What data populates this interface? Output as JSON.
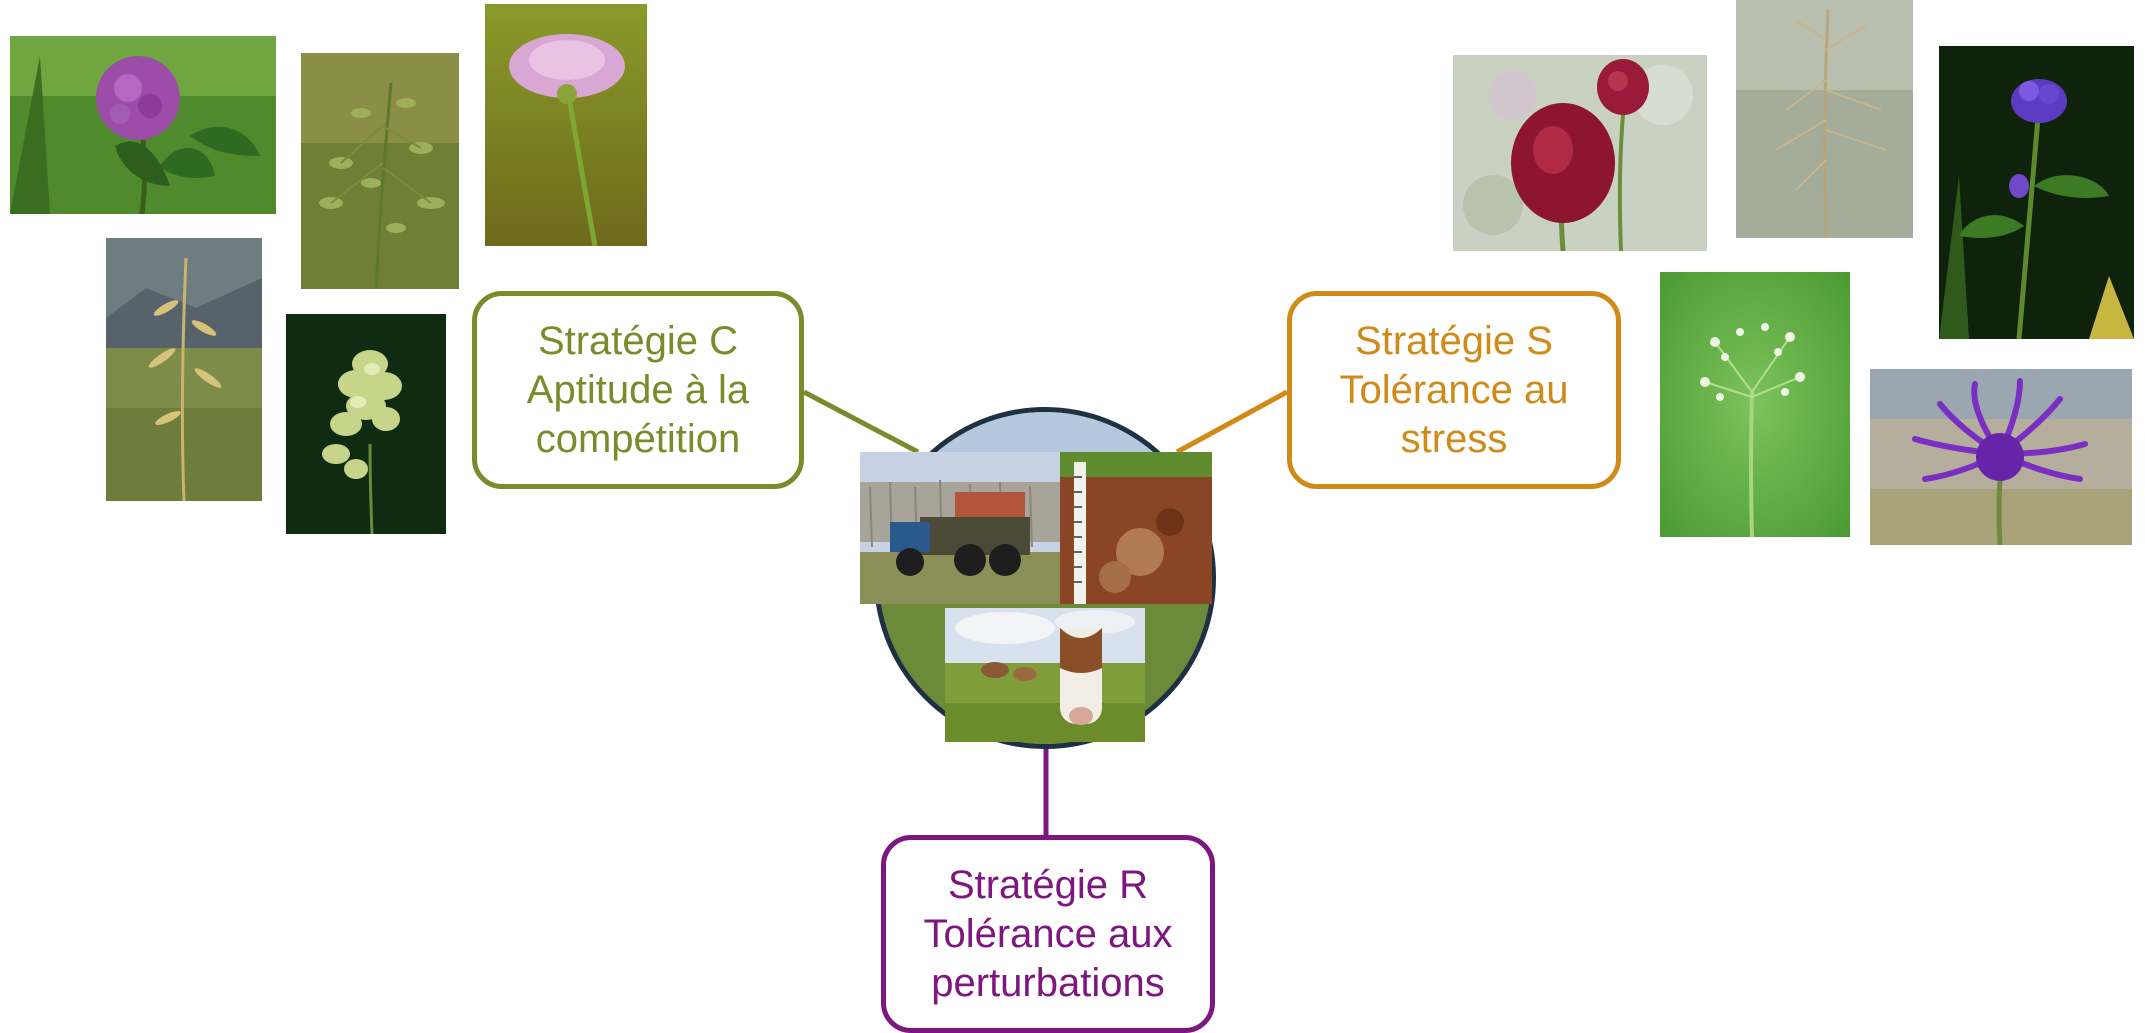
{
  "colors": {
    "strategy_c": "#7a8b2b",
    "strategy_s": "#d08a18",
    "strategy_r": "#7e1680",
    "hub_border": "#1f2f44"
  },
  "strategies": {
    "c": {
      "title": "Stratégie C",
      "line1": "Aptitude à la",
      "line2": "compétition"
    },
    "s": {
      "title": "Stratégie S",
      "line1": "Tolérance au",
      "line2": "stress"
    },
    "r": {
      "title": "Stratégie R",
      "line1": "Tolérance aux",
      "line2": "perturbations"
    }
  },
  "photos": {
    "left": [
      "red-clover-icon",
      "grass-panicle-icon",
      "scabious-flower-icon",
      "oat-grass-icon",
      "seed-head-icon"
    ],
    "right": [
      "red-allium-icon",
      "feather-grass-icon",
      "purple-bellflower-icon",
      "quaking-grass-icon",
      "rampion-flower-icon"
    ],
    "center": [
      "manure-spreader-icon",
      "soil-profile-icon",
      "grazing-cows-icon"
    ]
  }
}
